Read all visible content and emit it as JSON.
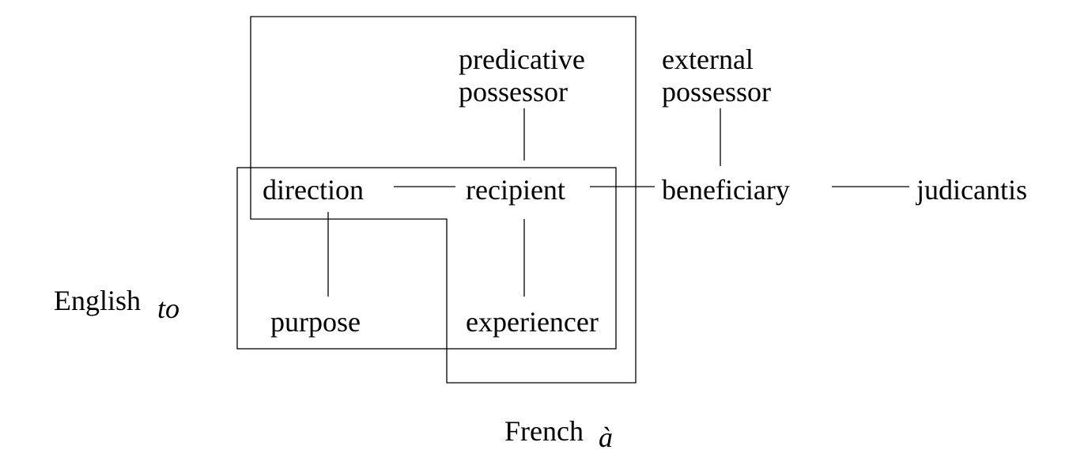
{
  "nodes": {
    "predicative_possessor": [
      "predicative",
      "possessor"
    ],
    "external_possessor": [
      "external",
      "possessor"
    ],
    "direction": "direction",
    "recipient": "recipient",
    "beneficiary": "beneficiary",
    "judicantis": "judicantis",
    "purpose": "purpose",
    "experiencer": "experiencer"
  },
  "regions": {
    "english": {
      "language": "English",
      "form": "to"
    },
    "french": {
      "language": "French",
      "form": "à"
    }
  },
  "edges": [
    [
      "direction",
      "recipient"
    ],
    [
      "recipient",
      "beneficiary"
    ],
    [
      "beneficiary",
      "judicantis"
    ],
    [
      "predicative_possessor",
      "recipient"
    ],
    [
      "external_possessor",
      "beneficiary"
    ],
    [
      "direction",
      "purpose"
    ],
    [
      "recipient",
      "experiencer"
    ]
  ]
}
